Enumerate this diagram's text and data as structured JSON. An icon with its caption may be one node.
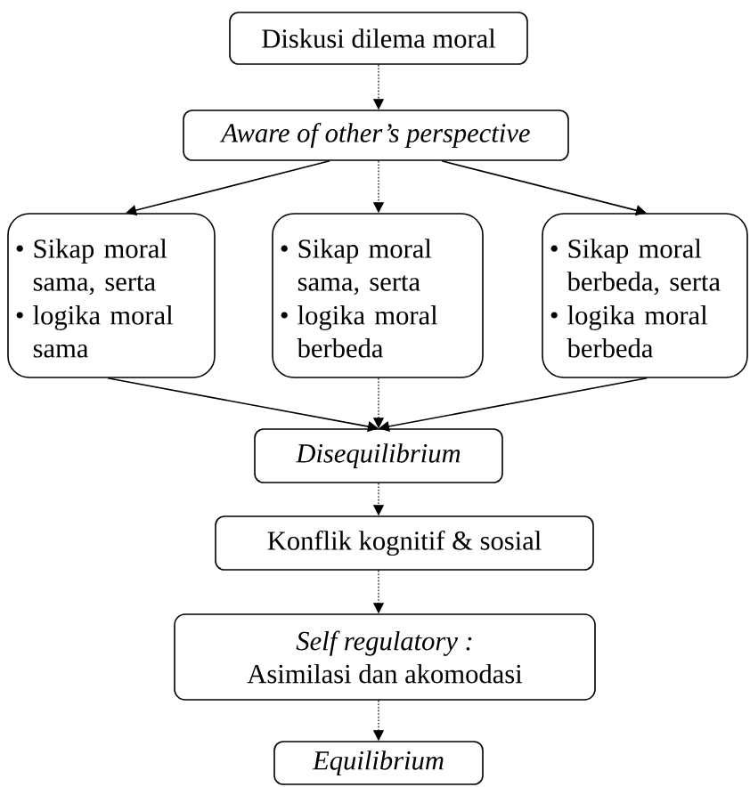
{
  "diagram": {
    "nodes": [
      {
        "text": [
          "Diskusi dilema moral"
        ]
      },
      {
        "text": [
          "Aware of other’s perspective"
        ]
      },
      {
        "text": [
          "Sikap moral sama, serta",
          "logika moral sama"
        ]
      },
      {
        "text": [
          "Sikap moral sama, serta",
          "logika moral berbeda"
        ]
      },
      {
        "text": [
          "Sikap moral berbeda, serta",
          "logika moral berbeda"
        ]
      },
      {
        "text": [
          "Disequilibrium"
        ]
      },
      {
        "text": [
          "Konflik kognitif & sosial"
        ]
      },
      {
        "text": [
          "Self regulatory :",
          "Asimilasi dan akomodasi"
        ]
      },
      {
        "text": [
          "Equilibrium"
        ]
      }
    ],
    "edges": [
      {
        "from": 0,
        "to": 1,
        "arrow": "to",
        "style": "dashed"
      },
      {
        "from": 1,
        "to": 2,
        "arrow": "to"
      },
      {
        "from": 1,
        "to": 3,
        "arrow": "to",
        "style": "dashed"
      },
      {
        "from": 1,
        "to": 4,
        "arrow": "to"
      },
      {
        "from": 2,
        "to": 5,
        "arrow": "to"
      },
      {
        "from": 3,
        "to": 5,
        "arrow": "to",
        "style": "dashed"
      },
      {
        "from": 4,
        "to": 5,
        "arrow": "to"
      },
      {
        "from": 5,
        "to": 6,
        "arrow": "to",
        "style": "dashed"
      },
      {
        "from": 6,
        "to": 7,
        "arrow": "to",
        "style": "dashed"
      },
      {
        "from": 7,
        "to": 8,
        "arrow": "to",
        "style": "dashed"
      }
    ]
  }
}
